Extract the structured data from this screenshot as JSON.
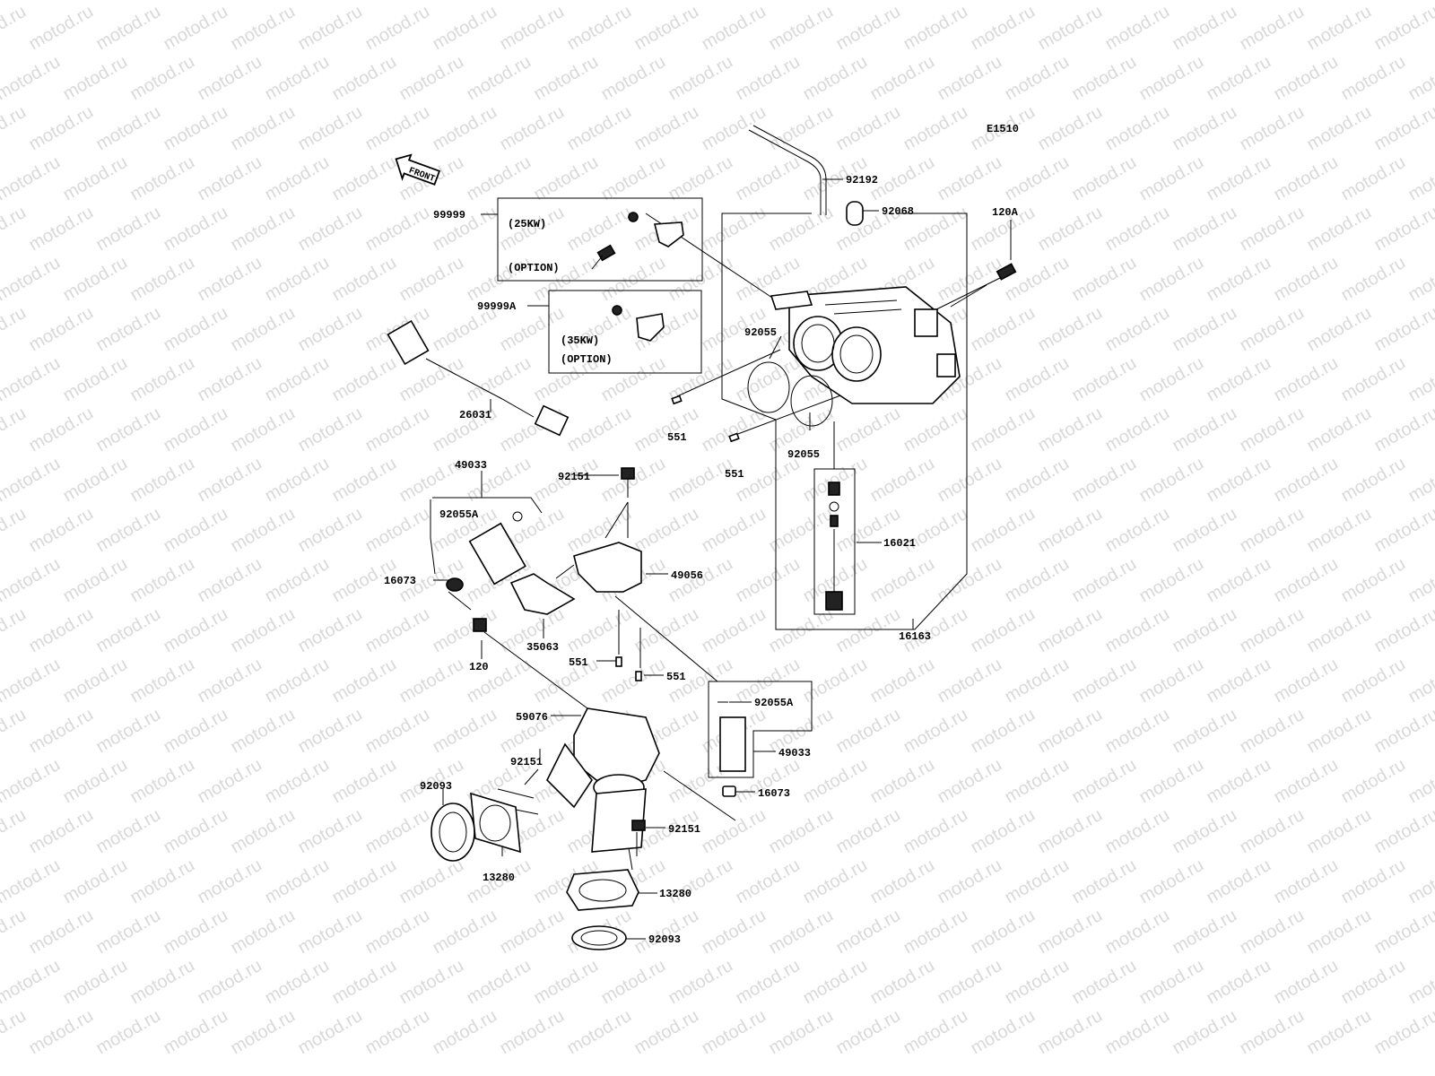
{
  "watermark": "motod.ru",
  "diagram_code": "E1510",
  "front_label": "FRONT",
  "labels": {
    "p92192": "92192",
    "p92068": "92068",
    "p120A": "120A",
    "p99999": "99999",
    "opt25_kw": "(25KW)",
    "opt25_option": "(OPTION)",
    "p99999A": "99999A",
    "opt35_kw": "(35KW)",
    "opt35_option": "(OPTION)",
    "p92055_top": "92055",
    "p551_a": "551",
    "p551_b": "551",
    "p92055_mid": "92055",
    "p26031": "26031",
    "p49033_top": "49033",
    "p92055A_top": "92055A",
    "p92151_top": "92151",
    "p16021": "16021",
    "p16073_top": "16073",
    "p49056": "49056",
    "p35063": "35063",
    "p120": "120",
    "p16163": "16163",
    "p551_c": "551",
    "p551_d": "551",
    "p92055A_bot": "92055A",
    "p59076": "59076",
    "p92151_mid": "92151",
    "p49033_bot": "49033",
    "p92093_left": "92093",
    "p16073_bot": "16073",
    "p92151_bot": "92151",
    "p13280_left": "13280",
    "p13280_right": "13280",
    "p92093_bot": "92093"
  }
}
